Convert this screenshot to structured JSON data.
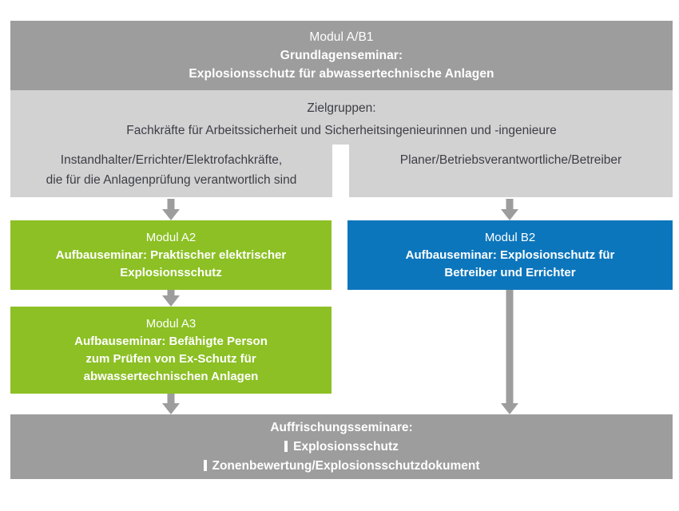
{
  "diagram": {
    "title": "Explosionsschutz Seminar-Module Flussdiagramm",
    "colors": {
      "header_gray": "#9d9d9d",
      "audience_gray": "#d2d2d2",
      "green": "#8cc024",
      "blue": "#0c76bc",
      "arrow_gray": "#9d9d9d",
      "white_text": "#ffffff",
      "dark_text": "#3d3d47"
    }
  },
  "header_box": {
    "module": "Modul A/B1",
    "line2": "Grundlagenseminar:",
    "line3": "Explosionsschutz für abwassertechnische Anlagen"
  },
  "audience_box": {
    "heading": "Zielgruppen:",
    "subheading": "Fachkräfte für Arbeitssicherheit und Sicherheitsingenieurinnen und -ingenieure",
    "left_column": {
      "line1": "Instandhalter/Errichter/Elektrofachkräfte,",
      "line2": "die für die Anlagenprüfung verantwortlich sind"
    },
    "right_column": {
      "line1": "Planer/Betriebsverantwortliche/Betreiber"
    }
  },
  "module_a2": {
    "module": "Modul A2",
    "line2": "Aufbauseminar: Praktischer elektrischer",
    "line3": "Explosionsschutz"
  },
  "module_a3": {
    "module": "Modul A3",
    "line2": "Aufbauseminar: Befähigte Person",
    "line3": "zum Prüfen von Ex-Schutz für",
    "line4": "abwassertechnischen Anlagen"
  },
  "module_b2": {
    "module": "Modul B2",
    "line2": "Aufbauseminar: Explosionschutz für",
    "line3": "Betreiber und Errichter"
  },
  "refresher_box": {
    "heading": "Auffrischungsseminare:",
    "item1": "Explosionsschutz",
    "item2": "Zonenbewertung/Explosionsschutzdokument"
  }
}
